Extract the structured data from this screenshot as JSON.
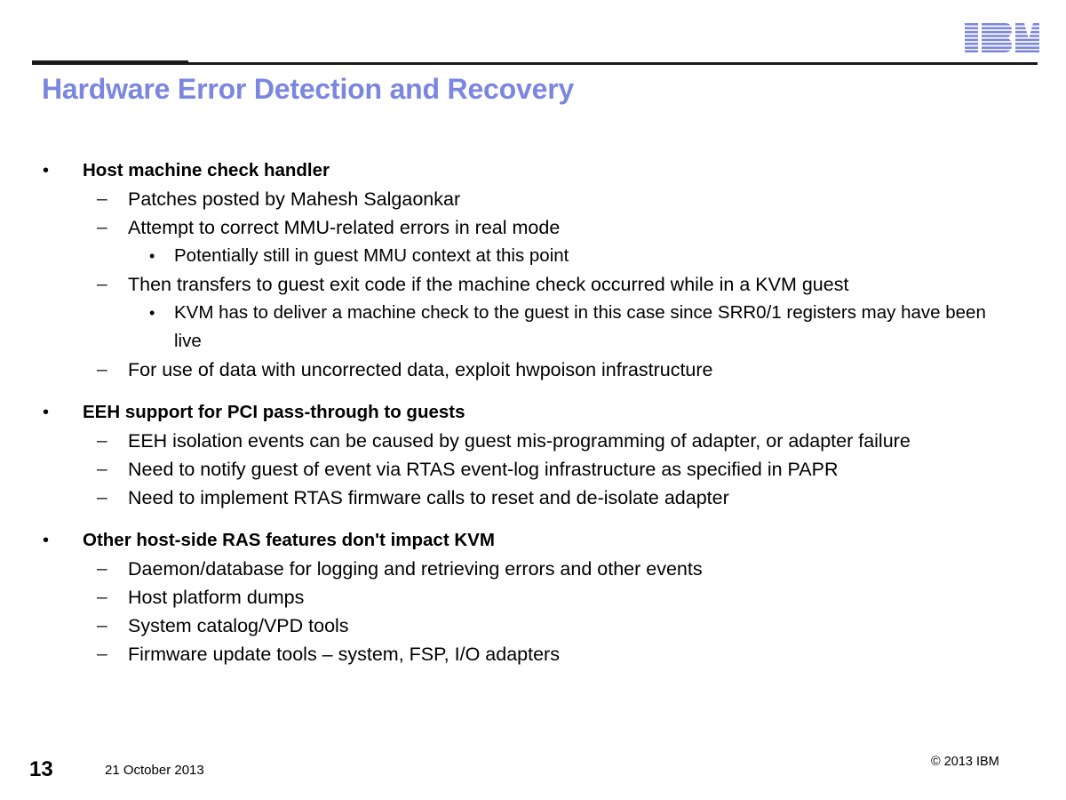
{
  "slide": {
    "title": "Hardware Error Detection and Recovery",
    "title_color": "#7b86e0",
    "logo_alt": "IBM",
    "logo_color": "#7b86e0"
  },
  "content": {
    "groups": [
      {
        "heading": "Host machine check handler",
        "items": [
          {
            "level": 2,
            "text": "Patches posted by Mahesh Salgaonkar"
          },
          {
            "level": 2,
            "text": "Attempt to correct MMU-related errors in real mode"
          },
          {
            "level": 3,
            "text": "Potentially still in guest MMU context at this point"
          },
          {
            "level": 2,
            "text": "Then transfers to guest exit code if the machine check occurred while in a KVM guest"
          },
          {
            "level": 3,
            "text": "KVM has to deliver a machine check to the guest in this case since SRR0/1 registers may have been live"
          },
          {
            "level": 2,
            "text": "For use of data with uncorrected data, exploit hwpoison infrastructure"
          }
        ]
      },
      {
        "heading": "EEH support for PCI pass-through to guests",
        "items": [
          {
            "level": 2,
            "text": "EEH isolation events can be caused by guest mis-programming of adapter, or adapter failure"
          },
          {
            "level": 2,
            "text": "Need to notify guest of event via RTAS event-log infrastructure as specified in PAPR"
          },
          {
            "level": 2,
            "text": "Need to implement RTAS firmware calls to reset and de-isolate adapter"
          }
        ]
      },
      {
        "heading": "Other host-side RAS features don't impact KVM",
        "items": [
          {
            "level": 2,
            "text": "Daemon/database for logging and retrieving errors and other events"
          },
          {
            "level": 2,
            "text": "Host platform dumps"
          },
          {
            "level": 2,
            "text": "System catalog/VPD tools"
          },
          {
            "level": 2,
            "text": "Firmware update tools – system, FSP, I/O adapters"
          }
        ]
      }
    ],
    "markers": {
      "level1": "•",
      "level2": "–",
      "level3": "•"
    }
  },
  "footer": {
    "page_number": "13",
    "date": "21 October 2013",
    "copyright": "© 2013 IBM"
  }
}
